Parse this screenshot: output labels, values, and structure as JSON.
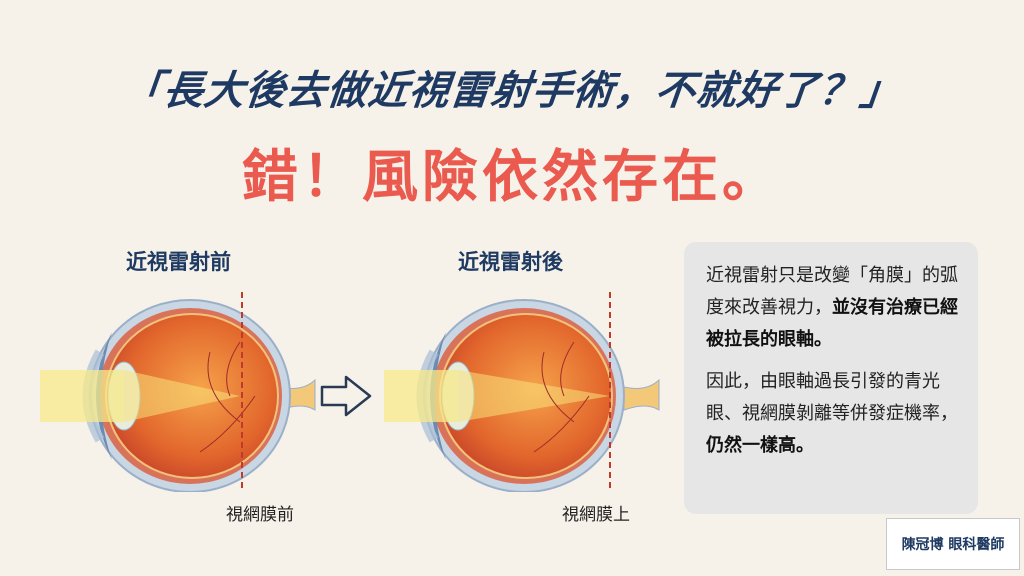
{
  "header": {
    "question": "「長大後去做近視雷射手術，不就好了？」",
    "answer": "錯！風險依然存在。"
  },
  "diagrams": [
    {
      "title": "近視雷射前",
      "focus_label": "視網膜前",
      "icon": "eye-cross-section-icon"
    },
    {
      "title": "近視雷射後",
      "focus_label": "視網膜上",
      "icon": "eye-cross-section-icon"
    }
  ],
  "transition_icon": "arrow-right-outline-icon",
  "info_box": {
    "p1_normal": "近視雷射只是改變「角膜」的弧度來改善視力，",
    "p1_bold": "並沒有治療已經被拉長的眼軸。",
    "p2_normal": "因此，由眼軸過長引發的青光眼、視網膜剝離等併發症機率，",
    "p2_bold": "仍然一樣高。"
  },
  "signature": "陳冠博 眼科醫師",
  "colors": {
    "background": "#f6f2ea",
    "navy": "#1f3a62",
    "red": "#ea5a4e",
    "box": "#e6e6e6"
  }
}
